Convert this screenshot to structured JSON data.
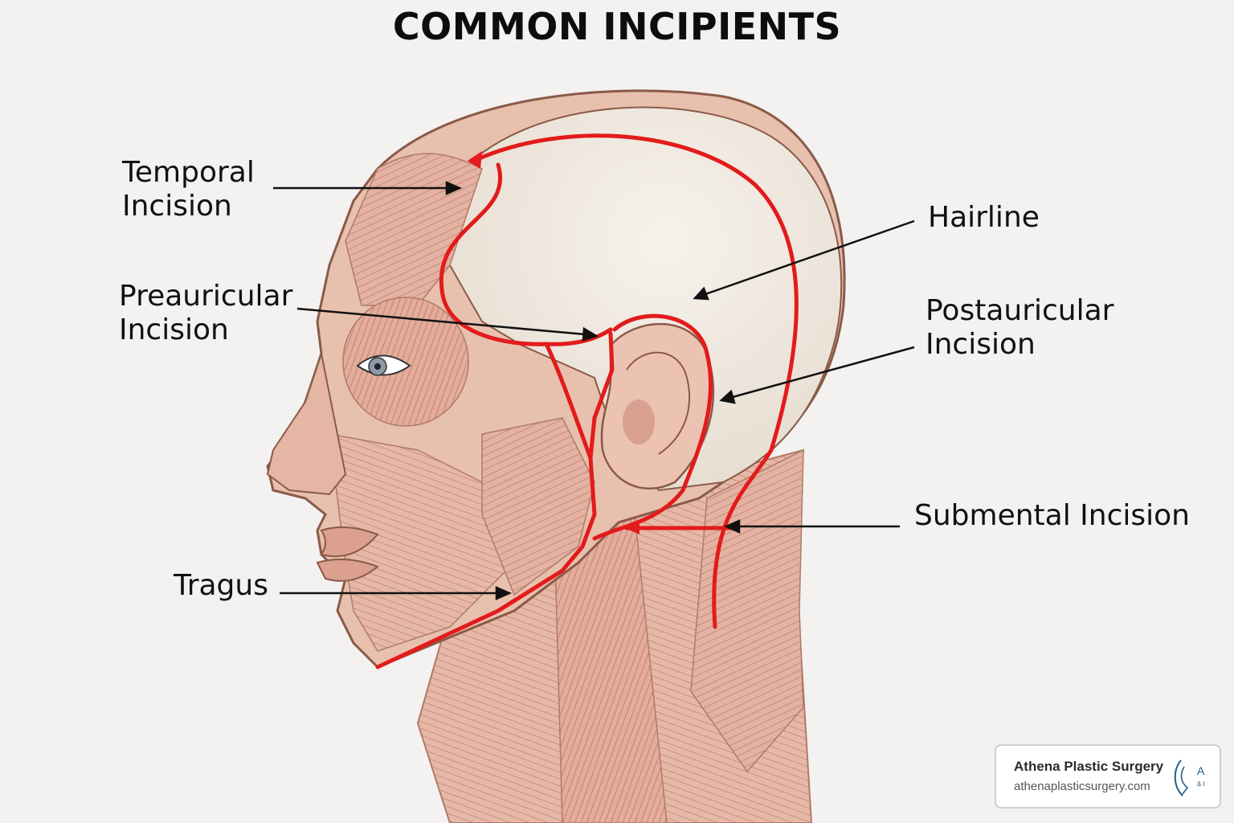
{
  "title": "COMMON INCIPIENTS",
  "labels": {
    "temporal": [
      "Temporal",
      "Incision"
    ],
    "preauricular": [
      "Preauricular",
      "Incision"
    ],
    "tragus": "Tragus",
    "hairline": "Hairline",
    "postauricular": [
      "Postauricular",
      "Incision"
    ],
    "submental": "Submental Incision"
  },
  "credit": {
    "name": "Athena Plastic Surgery",
    "url": "athenaplasticsurgery.com",
    "logo_letters": [
      "A",
      "& I"
    ]
  },
  "colors": {
    "incision": "#e31b1b",
    "skin": "#e9c4b3",
    "muscle": "#d99a88",
    "skull": "#efe9e0",
    "outline": "#8a5a48"
  }
}
